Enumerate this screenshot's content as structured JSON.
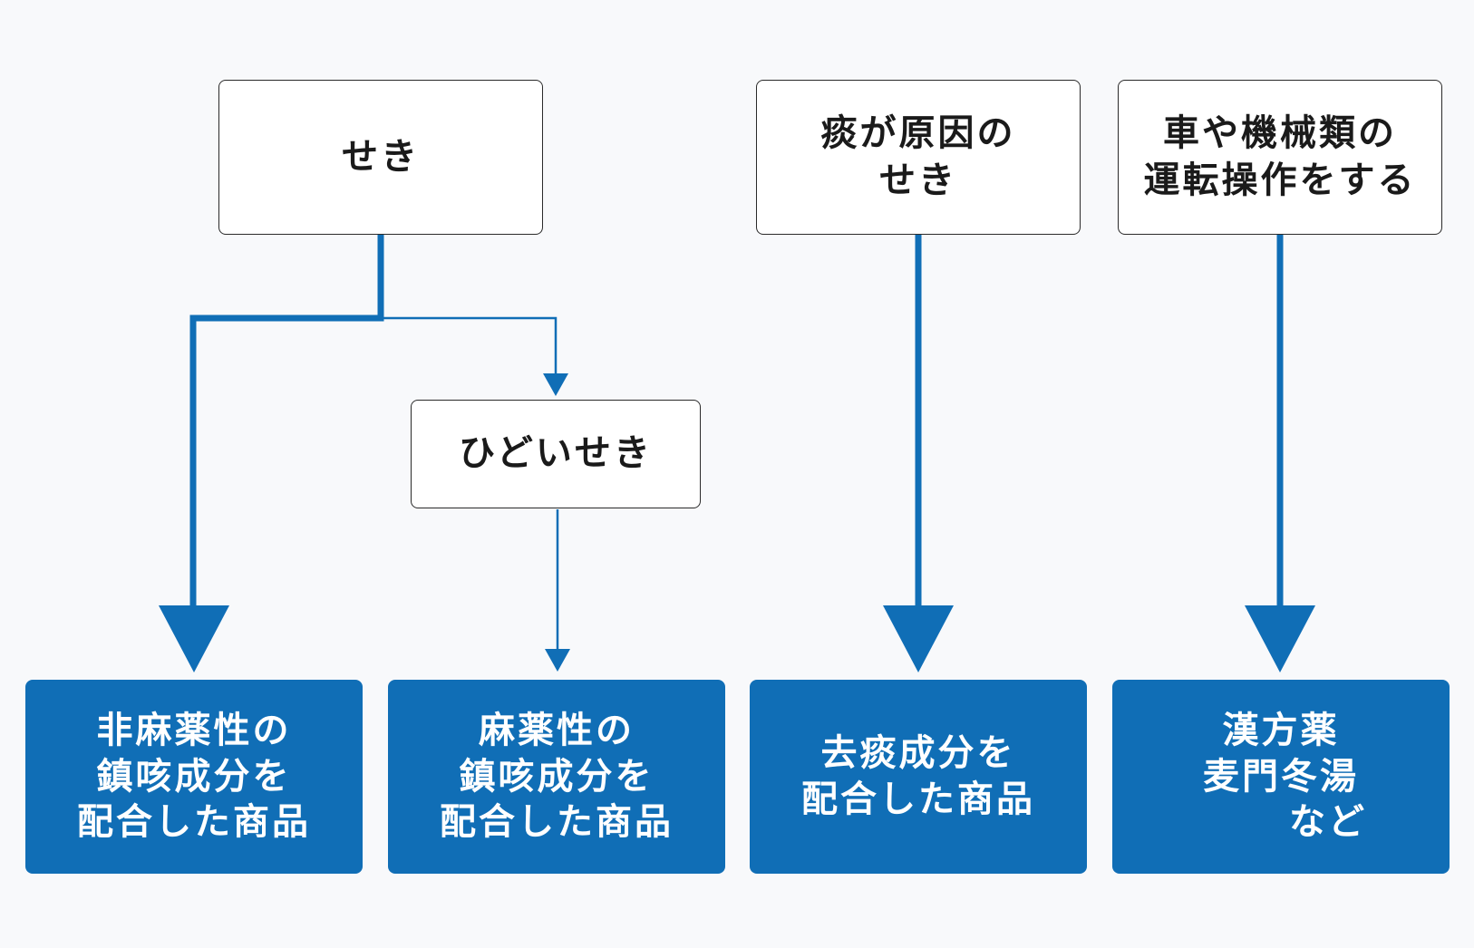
{
  "colors": {
    "accent": "#106eb6",
    "box_border": "#2a2a2a",
    "background": "#f8f9fb"
  },
  "nodes": {
    "cough": {
      "line1": "せき"
    },
    "severe_cough": {
      "line1": "ひどいせき"
    },
    "phlegm_cough": {
      "line1": "痰が原因の",
      "line2": "せき"
    },
    "driving": {
      "line1": "車や機械類の",
      "line2": "運転操作をする"
    }
  },
  "results": {
    "non_narcotic": {
      "line1": "非麻薬性の",
      "line2": "鎮咳成分を",
      "line3": "配合した商品"
    },
    "narcotic": {
      "line1": "麻薬性の",
      "line2": "鎮咳成分を",
      "line3": "配合した商品"
    },
    "expectorant": {
      "line1": "去痰成分を",
      "line2": "配合した商品"
    },
    "kampo": {
      "line1": "漢方薬",
      "line2": "麦門冬湯",
      "line3": "など"
    }
  }
}
